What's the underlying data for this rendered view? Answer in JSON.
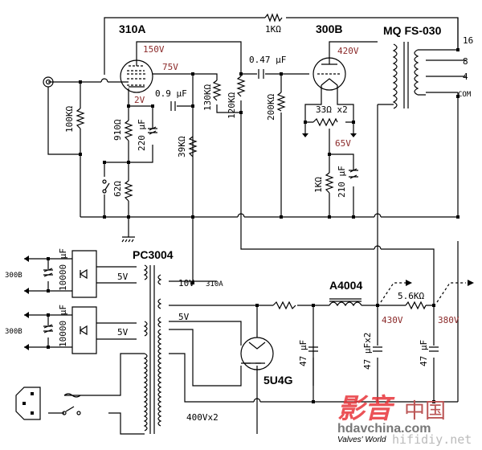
{
  "schematic": {
    "tubes": {
      "driver": "310A",
      "output": "300B",
      "rectifier": "5U4G"
    },
    "transformers": {
      "output": "MQ FS-030",
      "power": "PC3004",
      "choke": "A4004"
    },
    "taps": {
      "t16": "16",
      "t8": "8",
      "t4": "4",
      "com": "COM"
    },
    "voltages": {
      "v150": "150V",
      "v75": "75V",
      "v2": "2V",
      "v420": "420V",
      "v65": "65V",
      "v430": "430V",
      "v380": "380V"
    },
    "components": {
      "r_feedback": "1KΩ",
      "c_coupling": "0.47 μF",
      "c_screen": "0.9 μF",
      "r_input": "100KΩ",
      "r_cathode": "910Ω",
      "c_cathode": "220 μF",
      "r_62": "62Ω",
      "r_39k": "39KΩ",
      "r_130k": "130KΩ",
      "r_120k": "120KΩ",
      "r_200k": "200KΩ",
      "r_hum": "33Ω x2",
      "r_1k_cath": "1KΩ",
      "c_210": "210 μF",
      "r_5k6": "5.6KΩ",
      "c_47a": "47 μF",
      "c_47b": "47 μFx2",
      "c_47c": "47 μF",
      "c_10000a": "10000 μF",
      "c_10000b": "10000 μF"
    },
    "windings": {
      "h5a": "5V",
      "h5b": "5V",
      "h10": "10V",
      "h10_tube": "310A",
      "h5rect": "5V",
      "hv": "400Vx2",
      "supply_a": "300B",
      "supply_b": "300B"
    }
  },
  "watermark": {
    "brand_cn": "影音",
    "brand_cn2": "中国",
    "site": "hdavchina.com",
    "tagline": "Valves' World",
    "site2": "hifidiy.net"
  }
}
